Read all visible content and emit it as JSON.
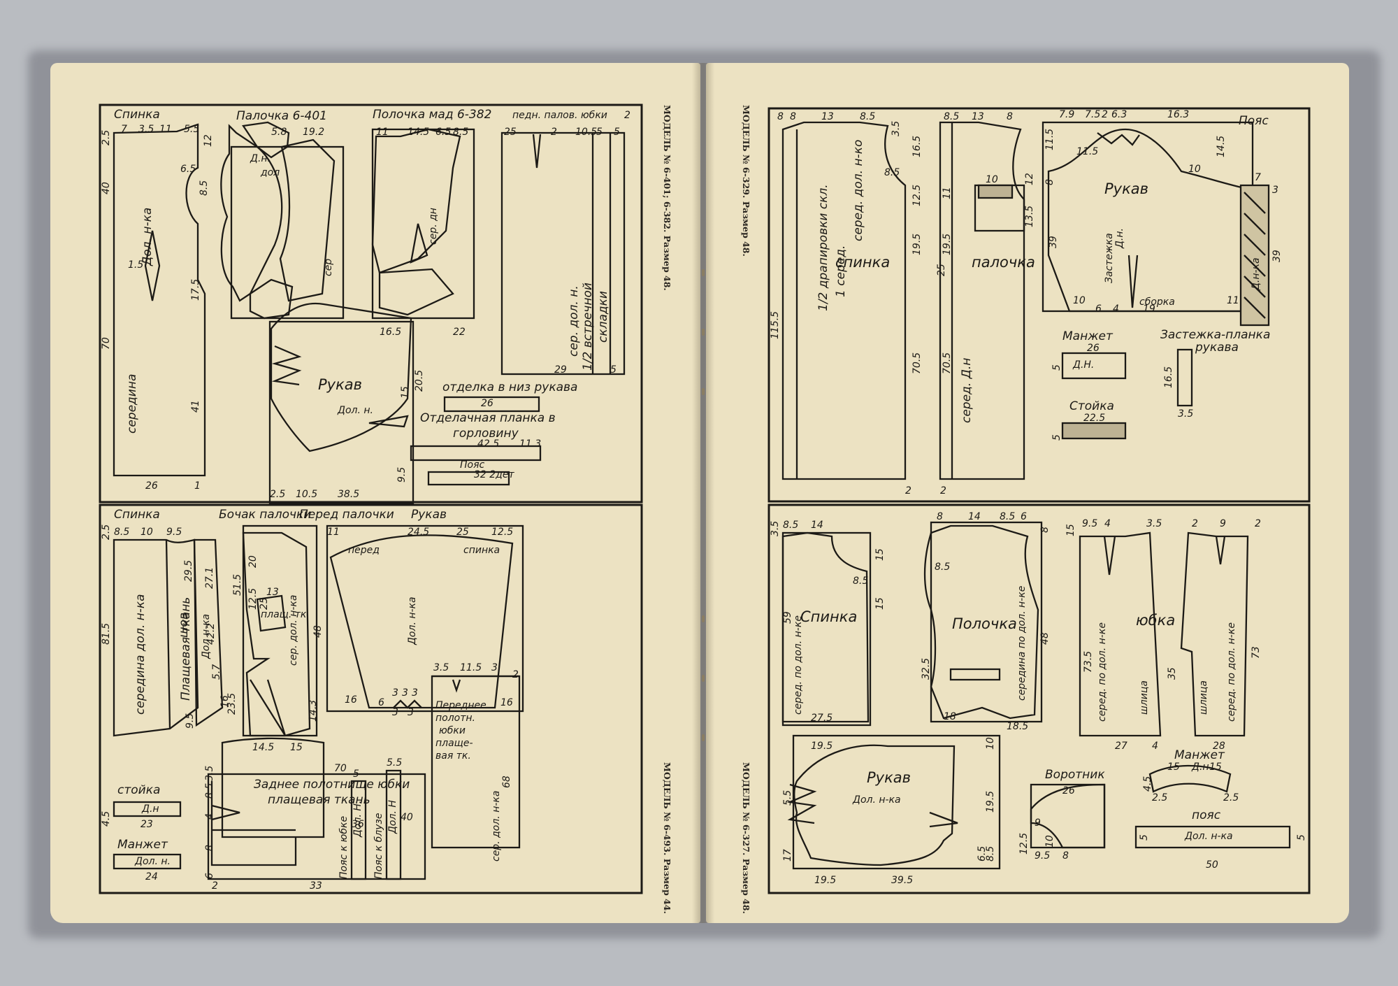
{
  "colors": {
    "paper": "#ece2c2",
    "ink": "#1c1a16",
    "background": "#b9bcc1"
  },
  "left_page": {
    "top_panel": {
      "caption": "МОДЕЛЬ № 6-401; 6-382. Размер 48.",
      "titles": [
        "Спинка",
        "Палочка 6-401",
        "Полочка мад 6-382",
        "педн. палов. юбки",
        "Рукав",
        "отделка в низ рукава",
        "Отделачная планка в",
        "горловину",
        "Пояс",
        "32 2дет"
      ],
      "labels": [
        "Дол. н-ка",
        "середина",
        "сер. дол. н.",
        "1/2 встречной",
        "складки",
        "Дол. н.",
        "сер. дн",
        "Д.н.",
        "дол",
        "сер"
      ],
      "numbers": [
        "7",
        "3.5",
        "11",
        "5.5",
        "2.5",
        "40",
        "6.5",
        "8.5",
        "1.5",
        "70",
        "26",
        "41",
        "17.5",
        "12",
        "5.8",
        "19.2",
        "11",
        "14.5",
        "6.5",
        "8.5",
        "25",
        "2",
        "10.5",
        "5",
        "5",
        "29",
        "22",
        "16.5",
        "26",
        "42.5",
        "11.3",
        "38.5",
        "20.5",
        "9.5",
        "15",
        "1",
        "2",
        "5",
        "2.5",
        "10.5"
      ]
    },
    "bottom_panel": {
      "caption": "МОДЕЛЬ № 6-493. Размер 44.",
      "titles": [
        "Спинка",
        "Бочак палочки",
        "Перед палочки",
        "Рукав",
        "стойка",
        "Манжет",
        "Заднее полотнище юбки",
        "плащевая ткань",
        "Переднее",
        "полотн.",
        "юбки",
        "плаще-",
        "вая тк.",
        "Пояс к юбке",
        "Пояс к блузе"
      ],
      "labels": [
        "середина дол. н-ка",
        "шов",
        "Плащевая ткань",
        "Дол н-ка",
        "сер. дол. н-ка",
        "плащ. тк.",
        "Дол. н-ка",
        "Д.н",
        "Дол. н.",
        "сер. дол. н-ка",
        "перед",
        "спинка",
        "Дол. Н.",
        "Дол. Н"
      ],
      "numbers": [
        "8.5",
        "10",
        "9.5",
        "2.5",
        "29.5",
        "81.5",
        "9.5",
        "27.1",
        "42.2",
        "5.7",
        "16",
        "23.5",
        "13",
        "14.5",
        "15",
        "14.3",
        "51.5",
        "20",
        "12.5",
        "25",
        "11",
        "24.5",
        "25",
        "12.5",
        "48",
        "16",
        "6",
        "3",
        "3",
        "3",
        "3",
        "3",
        "3.5",
        "11.5",
        "3",
        "2",
        "16",
        "70",
        "33",
        "4",
        "8.5",
        "3.5",
        "8",
        "6",
        "2",
        "23",
        "24",
        "36",
        "40",
        "68",
        "5",
        "5.5",
        "4.5"
      ]
    }
  },
  "right_page": {
    "top_panel": {
      "caption": "МОДЕЛЬ № 6-329. Размер 48.",
      "titles": [
        "спинка",
        "палочка",
        "Рукав",
        "Пояс",
        "Манжет",
        "Застежка-планка",
        "рукава",
        "Стойка"
      ],
      "labels": [
        "1/2 драпировки скл.",
        "1 серед.",
        "серед. дол. н-ко",
        "серед. Д.н",
        "Застежка",
        "Д.н.",
        "сборка",
        "Д.н-ка",
        "Д.Н."
      ],
      "numbers": [
        "8",
        "8",
        "13",
        "8.5",
        "3.5",
        "16.5",
        "8.5",
        "115.5",
        "19.5",
        "12.5",
        "70.5",
        "2",
        "8.5",
        "13",
        "8",
        "10",
        "11",
        "12",
        "13.5",
        "25",
        "19.5",
        "70.5",
        "2",
        "7.9",
        "7.5",
        "2",
        "6.3",
        "16.3",
        "11.5",
        "8",
        "11.5",
        "10",
        "14.5",
        "39",
        "10",
        "6",
        "4",
        "19",
        "11",
        "7",
        "3",
        "39",
        "26",
        "5",
        "22.5",
        "5",
        "3.5",
        "16.5"
      ]
    },
    "bottom_panel": {
      "caption": "МОДЕЛЬ № 6-327. Размер 48.",
      "titles": [
        "Спинка",
        "Полочка",
        "юбка",
        "Рукав",
        "Воротник",
        "Манжет",
        "пояс"
      ],
      "labels": [
        "серед. по дол. н-ке",
        "середина по дол. н-ке",
        "шлица",
        "Дол. н-ка",
        "Д.н",
        "Дол. н-ка"
      ],
      "numbers": [
        "8.5",
        "14",
        "3.5",
        "8.5",
        "15",
        "15",
        "59",
        "27.5",
        "8",
        "14",
        "8.5",
        "6",
        "8.5",
        "8",
        "48",
        "32.5",
        "18",
        "18.5",
        "9.5",
        "4",
        "3.5",
        "15",
        "73.5",
        "27",
        "4",
        "35",
        "2",
        "9",
        "2",
        "73",
        "28",
        "19.5",
        "10",
        "5.5",
        "19.5",
        "17",
        "8.5",
        "6.5",
        "19.5",
        "39.5",
        "26",
        "9",
        "12.5",
        "10",
        "9.5",
        "8",
        "15",
        "15",
        "4.5",
        "2.5",
        "2.5",
        "5",
        "5",
        "50"
      ]
    }
  }
}
